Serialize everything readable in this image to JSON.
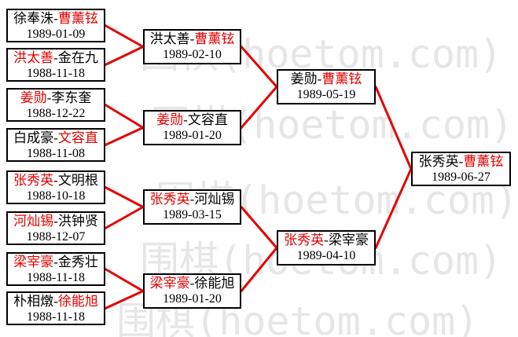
{
  "watermark": {
    "text": "围棋(hoetom.com)",
    "color": "#e6e6e6"
  },
  "colors": {
    "winner_name": "#e60000",
    "loser_name": "#000000",
    "connector_line": "#e60000",
    "box_border": "#000000",
    "background": "#ffffff"
  },
  "separator": "-",
  "bracket": {
    "round_of_16": [
      {
        "left": "徐奉洙",
        "right": "曹薰铉",
        "left_color": "#000000",
        "right_color": "#e60000",
        "date": "1989-01-09"
      },
      {
        "left": "洪太善",
        "right": "金在九",
        "left_color": "#e60000",
        "right_color": "#000000",
        "date": "1988-11-18"
      },
      {
        "left": "姜勋",
        "right": "李东奎",
        "left_color": "#e60000",
        "right_color": "#000000",
        "date": "1988-12-22"
      },
      {
        "left": "白成豪",
        "right": "文容直",
        "left_color": "#000000",
        "right_color": "#e60000",
        "date": "1988-11-08"
      },
      {
        "left": "张秀英",
        "right": "文明根",
        "left_color": "#e60000",
        "right_color": "#000000",
        "date": "1988-10-18"
      },
      {
        "left": "河灿锡",
        "right": "洪钟贤",
        "left_color": "#e60000",
        "right_color": "#000000",
        "date": "1988-12-07"
      },
      {
        "left": "梁宰豪",
        "right": "金秀壮",
        "left_color": "#e60000",
        "right_color": "#000000",
        "date": "1988-11-18"
      },
      {
        "left": "朴相燉",
        "right": "徐能旭",
        "left_color": "#000000",
        "right_color": "#e60000",
        "date": "1988-11-18"
      }
    ],
    "quarterfinals": [
      {
        "left": "洪太善",
        "right": "曹薰铉",
        "left_color": "#000000",
        "right_color": "#e60000",
        "date": "1989-02-10"
      },
      {
        "left": "姜勋",
        "right": "文容直",
        "left_color": "#e60000",
        "right_color": "#000000",
        "date": "1989-01-20"
      },
      {
        "left": "张秀英",
        "right": "河灿锡",
        "left_color": "#e60000",
        "right_color": "#000000",
        "date": "1989-03-15"
      },
      {
        "left": "梁宰豪",
        "right": "徐能旭",
        "left_color": "#e60000",
        "right_color": "#000000",
        "date": "1989-01-20"
      }
    ],
    "semifinals": [
      {
        "left": "姜勋",
        "right": "曹薰铉",
        "left_color": "#000000",
        "right_color": "#e60000",
        "date": "1989-05-19"
      },
      {
        "left": "张秀英",
        "right": "梁宰豪",
        "left_color": "#e60000",
        "right_color": "#000000",
        "date": "1989-04-10"
      }
    ],
    "final": [
      {
        "left": "张秀英",
        "right": "曹薰铉",
        "left_color": "#000000",
        "right_color": "#e60000",
        "date": "1989-06-27"
      }
    ]
  }
}
